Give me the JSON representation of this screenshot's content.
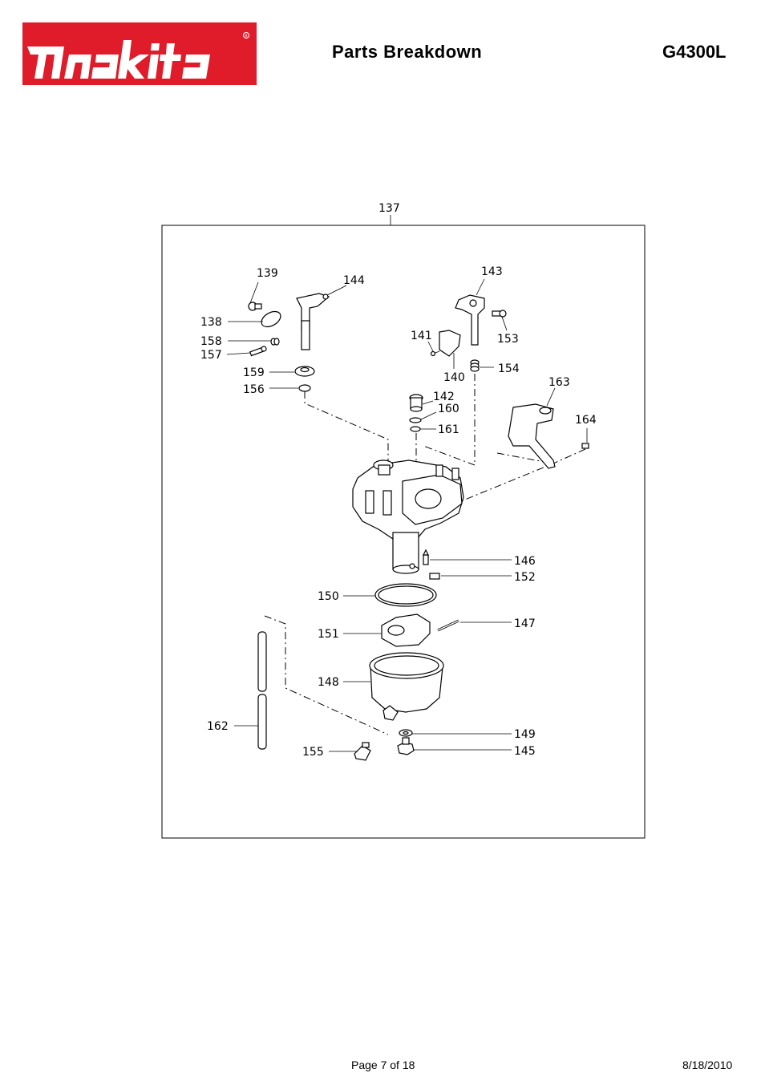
{
  "header": {
    "brand": "makita",
    "brand_color": "#e01b2a",
    "title": "Parts Breakdown",
    "model": "G4300L"
  },
  "diagram": {
    "assembly_label": "137",
    "callouts": {
      "c137": "137",
      "c138": "138",
      "c139": "139",
      "c140": "140",
      "c141": "141",
      "c142": "142",
      "c143": "143",
      "c144": "144",
      "c145": "145",
      "c146": "146",
      "c147": "147",
      "c148": "148",
      "c149": "149",
      "c150": "150",
      "c151": "151",
      "c152": "152",
      "c153": "153",
      "c154": "154",
      "c155": "155",
      "c156": "156",
      "c157": "157",
      "c158": "158",
      "c159": "159",
      "c160": "160",
      "c161": "161",
      "c162": "162",
      "c163": "163",
      "c164": "164"
    }
  },
  "footer": {
    "page": "Page 7 of 18",
    "date": "8/18/2010"
  }
}
